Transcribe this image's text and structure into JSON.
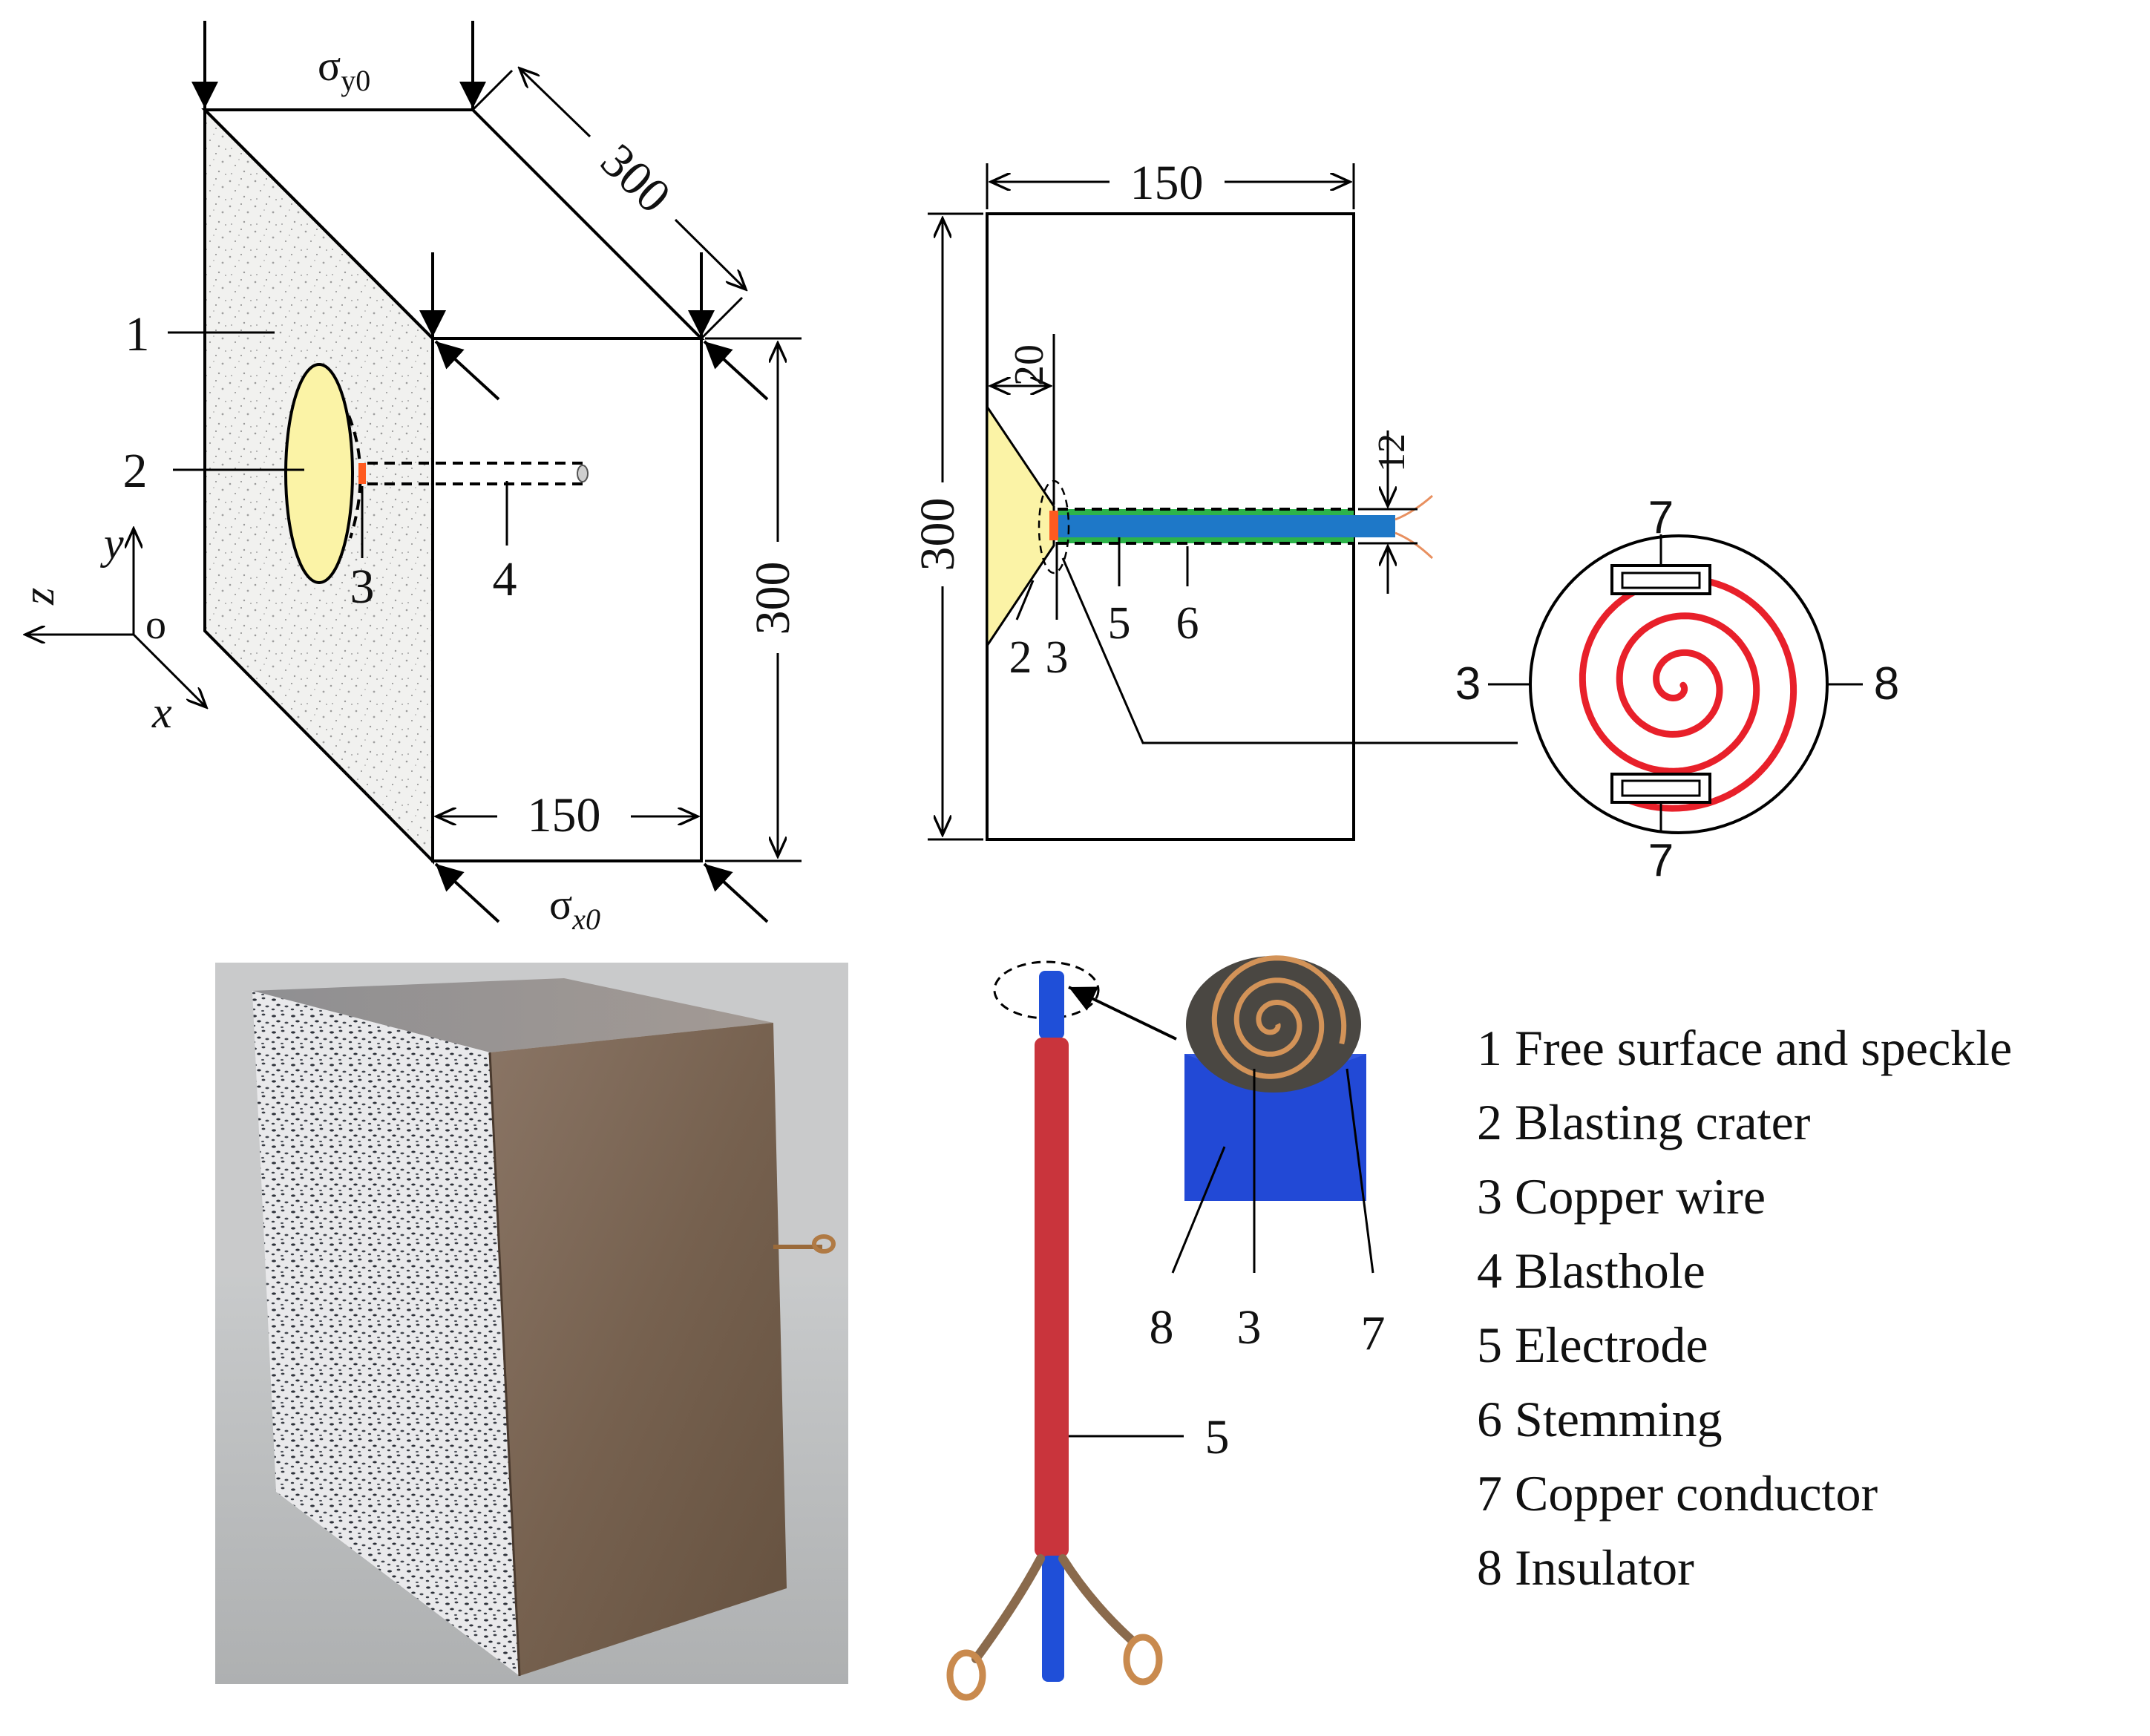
{
  "iso_view": {
    "sigma_y": {
      "base": "σ",
      "sub": "y0"
    },
    "sigma_x": {
      "base": "σ",
      "sub": "x0"
    },
    "dim_depth": "300",
    "dim_height": "300",
    "dim_width": "150",
    "callouts": [
      "1",
      "2",
      "3",
      "4"
    ],
    "axes": {
      "x": "x",
      "y": "y",
      "z": "z",
      "origin": "o"
    }
  },
  "section_view": {
    "dim_width": "150",
    "dim_height": "300",
    "dim_crater": "20",
    "dim_hole": "12",
    "callouts": [
      "2",
      "3",
      "5",
      "6"
    ]
  },
  "coil_detail": {
    "labels": {
      "left": "3",
      "right": "8",
      "top": "7",
      "bottom": "7"
    }
  },
  "electrode_photo": {
    "rod_label": "5",
    "inset_labels": [
      "8",
      "3",
      "7"
    ]
  },
  "legend": [
    "1 Free surface and speckle",
    "2 Blasting crater",
    "3 Copper wire",
    "4 Blasthole",
    "5 Electrode",
    "6 Stemming",
    "7 Copper conductor",
    "8 Insulator"
  ],
  "colors": {
    "crater": "#fbf3a6",
    "copper_wire": "#e8202a",
    "electrode_blue": "#1e78c8",
    "stemming_green": "#2db34a",
    "ignition_point": "#ff5a1f",
    "rod_red": "#c9343c",
    "photo_blue": "#1f4fd8",
    "copper": "#c98a4e"
  }
}
